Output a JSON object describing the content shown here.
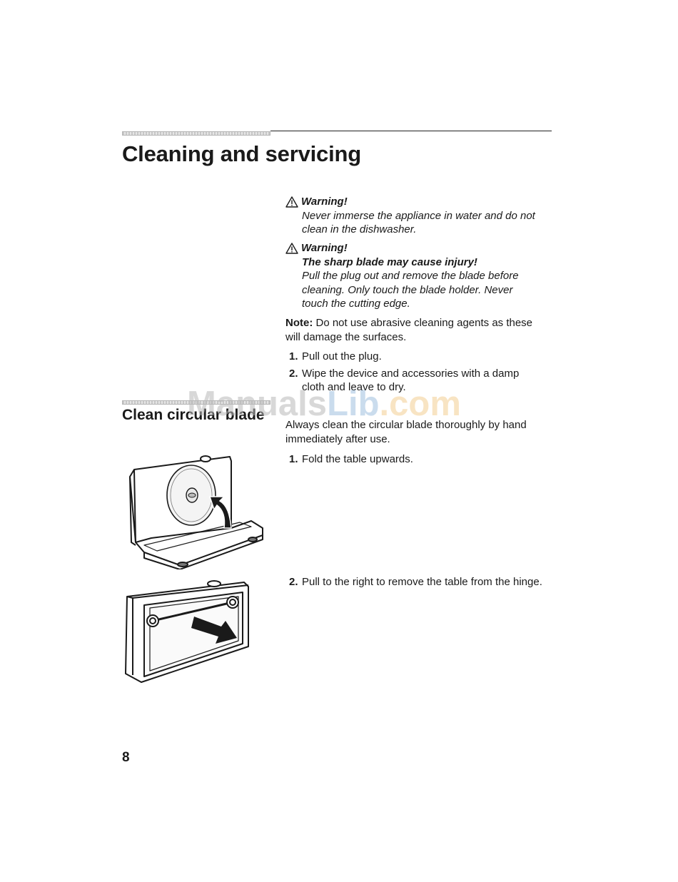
{
  "page": {
    "title": "Cleaning and servicing",
    "number": "8"
  },
  "warnings": [
    {
      "heading": "Warning!",
      "subheading": "",
      "lines": [
        "Never immerse the appliance in water and do not",
        "clean in the dishwasher."
      ]
    },
    {
      "heading": "Warning!",
      "subheading": "The sharp blade may cause injury!",
      "lines": [
        "Pull the plug out and remove the blade before",
        "cleaning. Only touch the blade holder. Never",
        "touch the cutting edge."
      ]
    }
  ],
  "note": {
    "label": "Note:",
    "text_line1": " Do not use abrasive cleaning agents as these",
    "text_line2": "will damage the surfaces."
  },
  "cleaning_steps": [
    {
      "num": "1.",
      "line1": "Pull out the plug.",
      "line2": ""
    },
    {
      "num": "2.",
      "line1": "Wipe the device and accessories with a damp",
      "line2": "cloth and leave to dry."
    }
  ],
  "section_blade": {
    "title": "Clean circular blade",
    "intro_line1": "Always clean the circular blade thoroughly by hand",
    "intro_line2": "immediately after use.",
    "steps": [
      {
        "num": "1.",
        "text": "Fold the table upwards."
      },
      {
        "num": "2.",
        "text": "Pull to the right to remove the table from the hinge."
      }
    ]
  },
  "watermark": {
    "part1": "Manuals",
    "part2": "Lib",
    "part3": ".com"
  },
  "icons": {
    "warning": "warning-triangle-icon",
    "illustration1": "slicer-fold-table-illustration",
    "illustration2": "slicer-remove-table-illustration"
  }
}
